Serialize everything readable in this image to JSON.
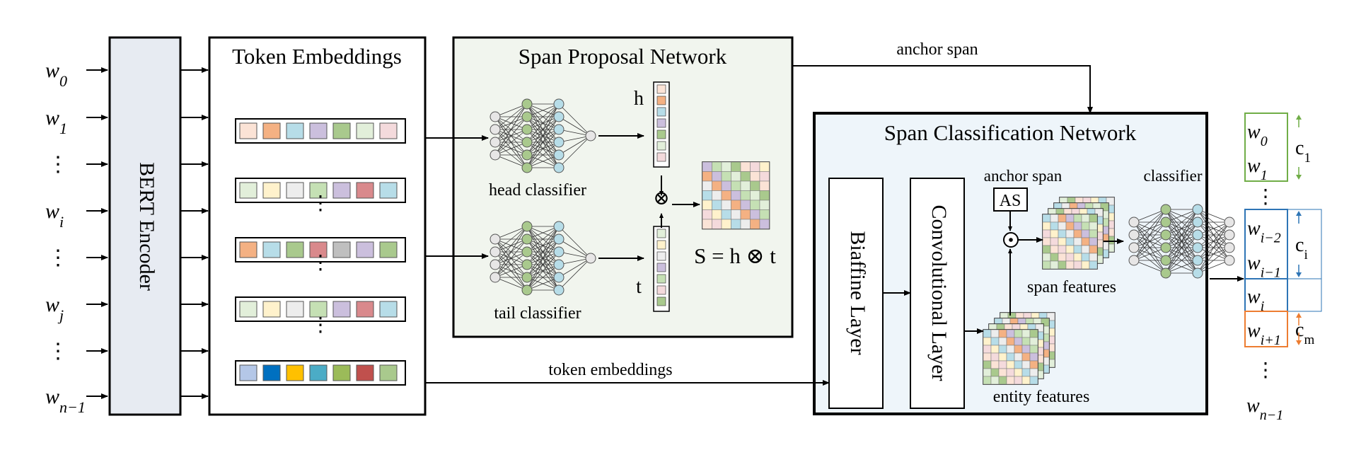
{
  "inputs": [
    {
      "base": "w",
      "sub": "0"
    },
    {
      "base": "w",
      "sub": "1"
    },
    {
      "base": "⋮",
      "sub": ""
    },
    {
      "base": "w",
      "sub": "i"
    },
    {
      "base": "⋮",
      "sub": ""
    },
    {
      "base": "w",
      "sub": "j"
    },
    {
      "base": "⋮",
      "sub": ""
    },
    {
      "base": "w",
      "sub": "n−1"
    }
  ],
  "bert": {
    "label": "BERT Encoder"
  },
  "token_embeddings": {
    "title": "Token Embeddings",
    "rows": [
      [
        "#fbe3d6",
        "#f4b183",
        "#b7dde8",
        "#cbbfdd",
        "#a9c98d",
        "#e2efda",
        "#f4dadc"
      ],
      [
        "#e2efda",
        "#fff2cc",
        "#ededed",
        "#c5e0b4",
        "#cbbfdd",
        "#d9898c",
        "#b7dde8"
      ],
      [
        "#f4b183",
        "#b7dde8",
        "#a9c98d",
        "#d9898c",
        "#bfbfbf",
        "#cbbfdd",
        "#a9c98d"
      ],
      [
        "#e2efda",
        "#fff2cc",
        "#ededed",
        "#c5e0b4",
        "#cbbfdd",
        "#d9898c",
        "#b7dde8"
      ],
      [
        "#b4c7e7",
        "#0070c0",
        "#ffc000",
        "#4bacc6",
        "#9bbb59",
        "#c0504d",
        "#a9c98d"
      ]
    ],
    "ellipsis": "⋮"
  },
  "span_proposal": {
    "title": "Span Proposal Network",
    "head_label": "head classifier",
    "tail_label": "tail classifier",
    "h_symbol": "h",
    "t_symbol": "t",
    "otimes": "⊗",
    "equation": "S = h ⊗ t",
    "h_vector": [
      "#fbe3d6",
      "#f4b183",
      "#b7dde8",
      "#cbbfdd",
      "#a9c98d",
      "#e2efda",
      "#f4dadc"
    ],
    "t_vector": [
      "#e2efda",
      "#fff2cc",
      "#ededed",
      "#cbbfdd",
      "#c5e0b4",
      "#f4dadc",
      "#a9c98d"
    ]
  },
  "anchor_span_link": "anchor span",
  "token_embeddings_link": "token embeddings",
  "span_classification": {
    "title": "Span Classification Network",
    "biaffine": "Biaffine Layer",
    "convolutional": "Convolutional Layer",
    "anchor_span": "anchor span",
    "as_box": "AS",
    "odot": "⊙",
    "classifier": "classifier",
    "span_features": "span features",
    "entity_features": "entity features"
  },
  "matrix_palette": [
    "#fbe3d6",
    "#b7dde8",
    "#cbbfdd",
    "#a9c98d",
    "#fff2cc",
    "#f4b183",
    "#e2efda",
    "#f4dadc",
    "#ededed",
    "#c5e0b4"
  ],
  "output": {
    "groups": [
      {
        "tokens": [
          {
            "base": "w",
            "sub": "0"
          },
          {
            "base": "w",
            "sub": "1"
          }
        ],
        "label_base": "c",
        "label_sub": "1",
        "color": "#70ad47",
        "fill": "#e2efda"
      },
      {
        "tokens": [
          {
            "base": "w",
            "sub": "i−2"
          },
          {
            "base": "w",
            "sub": "i−1"
          }
        ],
        "label_base": "c",
        "label_sub": "i",
        "color": "#2e75b6",
        "fill": "#deebf7"
      },
      {
        "tokens": [
          {
            "base": "w",
            "sub": "i"
          }
        ],
        "label_base": "",
        "label_sub": "",
        "color": "#2e75b6",
        "fill": "#deebf7"
      },
      {
        "tokens": [
          {
            "base": "w",
            "sub": "i+1"
          }
        ],
        "label_base": "c",
        "label_sub": "m",
        "color": "#ed7d31",
        "fill": "#fbe5d6"
      }
    ],
    "ellipsis": "⋮",
    "last": {
      "base": "w",
      "sub": "n−1"
    }
  }
}
